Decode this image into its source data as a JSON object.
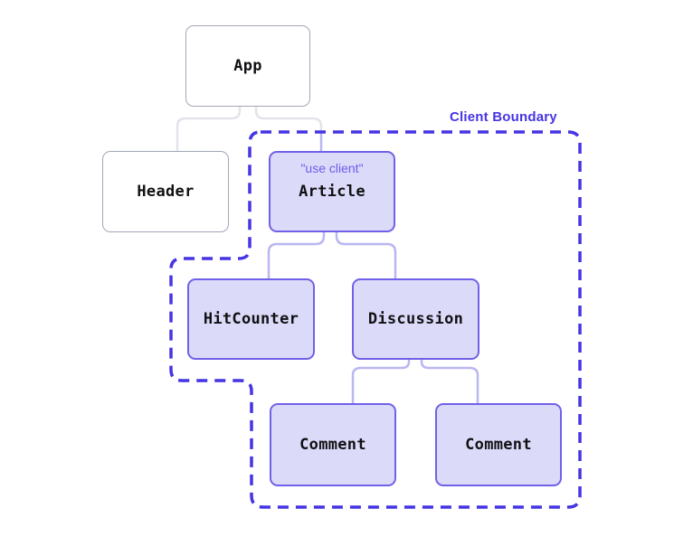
{
  "diagram": {
    "boundary": {
      "label": "Client Boundary"
    },
    "nodes": [
      {
        "id": "app",
        "label": "App",
        "type": "server"
      },
      {
        "id": "header",
        "label": "Header",
        "type": "server"
      },
      {
        "id": "article",
        "label": "Article",
        "type": "client",
        "directive": "\"use client\""
      },
      {
        "id": "hit-counter",
        "label": "HitCounter",
        "type": "client"
      },
      {
        "id": "discussion",
        "label": "Discussion",
        "type": "client"
      },
      {
        "id": "comment-1",
        "label": "Comment",
        "type": "client"
      },
      {
        "id": "comment-2",
        "label": "Comment",
        "type": "client"
      }
    ],
    "colors": {
      "background": "#ffffff",
      "boundary": "#4534e4",
      "server_fill": "#ffffff",
      "server_border": "#a3a7b7",
      "client_fill": "#dcdaf9",
      "client_border": "#7061e8",
      "server_edge": "#e3e3ec",
      "client_edge": "#b9b7f2",
      "directive_text": "#6f5be9",
      "label_text": "#111114"
    }
  }
}
